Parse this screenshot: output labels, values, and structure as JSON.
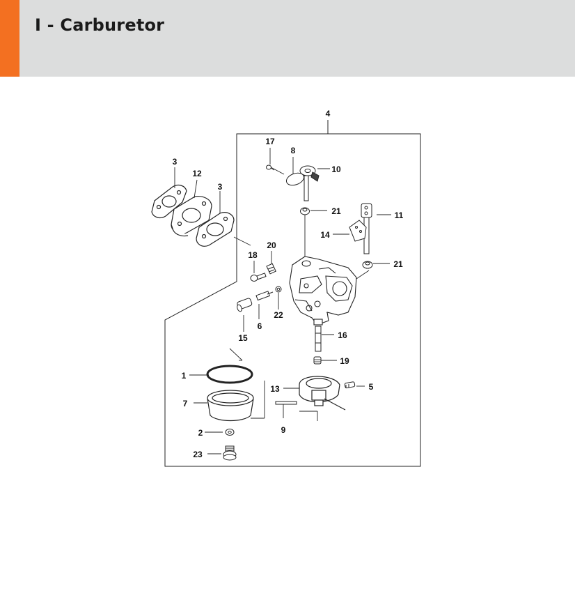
{
  "header": {
    "title": "I - Carburetor",
    "accent_color": "#f37021",
    "background_color": "#dcdddd"
  },
  "diagram": {
    "callouts": {
      "c1": "1",
      "c2": "2",
      "c3a": "3",
      "c3b": "3",
      "c4": "4",
      "c5": "5",
      "c6": "6",
      "c7": "7",
      "c8": "8",
      "c9": "9",
      "c10": "10",
      "c11": "11",
      "c12": "12",
      "c13": "13",
      "c14": "14",
      "c15": "15",
      "c16": "16",
      "c17": "17",
      "c18": "18",
      "c19": "19",
      "c20": "20",
      "c21a": "21",
      "c21b": "21",
      "c22": "22",
      "c23": "23"
    }
  }
}
